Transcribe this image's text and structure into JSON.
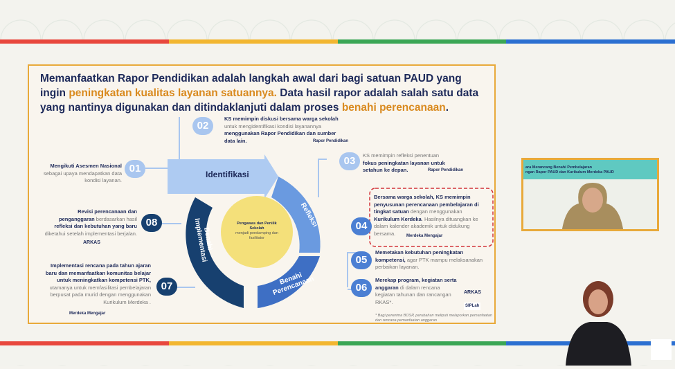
{
  "colors": {
    "red": "#e8473d",
    "yellow": "#f2b630",
    "green": "#3aa655",
    "blue": "#2b6fd1",
    "frame": "#e8a93a"
  },
  "slide": {
    "title_parts": [
      "Memanfaatkan Rapor Pendidikan adalah langkah awal dari bagi satuan PAUD yang ingin ",
      "peningkatan kualitas layanan satuannya.",
      " Data hasil rapor adalah salah satu data yang nantinya digunakan dan ditindaklanjuti dalam proses ",
      "benahi perencanaan",
      "."
    ],
    "cycle": {
      "identifikasi": "Identifikasi",
      "refleksi": "Refleksi",
      "benahi_perencanaan": "Benahi Perencanaan",
      "benahi_implementasi": "Benahi Implementasi",
      "center_bold": "Pengawas dan Penilik Sekolah",
      "center_rest": "menjadi pendamping dan fasilitator"
    },
    "steps": [
      {
        "num": "01",
        "bold": "Mengikuti Asesmen Nasional",
        "rest": " sebagai upaya mendapatkan data kondisi layanan."
      },
      {
        "num": "02",
        "bold": "KS memimpin diskusi bersama warga sekolah",
        "rest": " untuk mengidentifikasi kondisi layanannya ",
        "bold2": "menggunakan Rapor Pendidikan dan sumber data lain."
      },
      {
        "num": "03",
        "rest": "KS memimpin refleksi penentuan ",
        "bold": "fokus peningkatan layanan untuk setahun ke depan."
      },
      {
        "num": "04",
        "bold": "Bersama warga sekolah, KS memimpin penyusunan perencanaan pembelajaran di tingkat satuan",
        "rest": " dengan menggunakan ",
        "bold2": "Kurikulum Kerdeka",
        "rest2": ". Hasilnya dituangkan ke dalam kalender akademik untuk didukung bersama."
      },
      {
        "num": "05",
        "bold": "Memetakan kebutuhan peningkatan kompetensi,",
        "rest": " agar PTK mampu melaksanakan perbaikan layanan."
      },
      {
        "num": "06",
        "bold": "Merekap program, kegiatan serta anggaran",
        "rest": " di dalam rencana kegiatan tahunan dan rancangan RKAS*."
      },
      {
        "num": "07",
        "bold": "Implementasi rencana pada tahun ajaran baru dan memanfaatkan komunitas belajar untuk meningkatkan kompetensi PTK,",
        "rest": " utamanya untuk memfasilitasi pembelajaran berpusat pada murid dengan menggunakan Kurikulum Merdeka ."
      },
      {
        "num": "08",
        "bold": "Revisi perencanaan dan penganggaran",
        "rest": " berdasarkan hasil ",
        "bold2": "refleksi dan kebutuhan yang baru",
        "rest2": " diketahui setelah implementasi berjalan."
      }
    ],
    "footnote": "* Bagi penerima BOSP, perubahan meliputi melaporkan pemanfaatan dan rencana pemanfaatan anggaran",
    "logos": {
      "rapor": "Rapor Pendidikan",
      "arkas": "ARKAS",
      "merdeka": "Merdeka Mengajar",
      "siplah": "SIPLah"
    }
  },
  "webcam": {
    "header_line1": "ara Merancang Benahi Pembelajaran",
    "header_line2": "ngan Rapor PAUD dan Kurikulum Merdeka PAUD"
  }
}
